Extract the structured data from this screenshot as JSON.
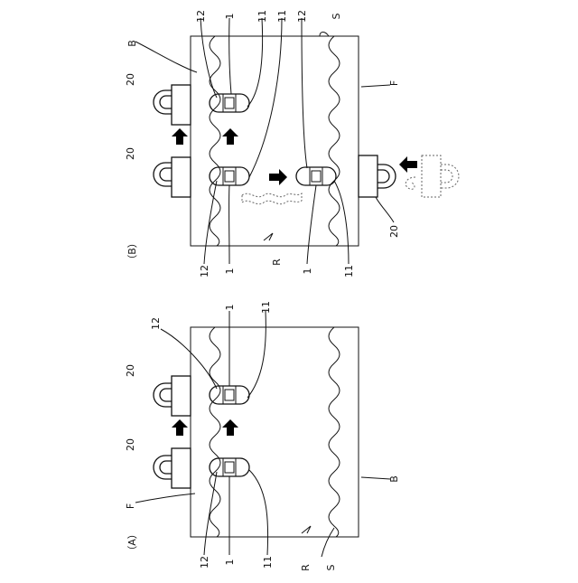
{
  "figure": {
    "panel_b": {
      "label": "（B）",
      "ref_B": "B",
      "ref_F": "F",
      "ref_S": "S",
      "ref_R": "R",
      "ref_20_upper": "20",
      "ref_20_lower": "20",
      "ref_20_right": "20",
      "ref_12_top": "12",
      "ref_1_top": "1",
      "ref_11_top_a": "11",
      "ref_11_top_b": "11",
      "ref_12_top_b": "12",
      "ref_12_bottom": "12",
      "ref_1_bottom_a": "1",
      "ref_1_bottom_b": "1",
      "ref_11_bottom": "11"
    },
    "panel_a": {
      "label": "（A）",
      "ref_12_top": "12",
      "ref_1_top": "1",
      "ref_11_top": "11",
      "ref_20_upper": "20",
      "ref_20_lower": "20",
      "ref_F": "F",
      "ref_B": "B",
      "ref_12_bottom": "12",
      "ref_1_bottom": "1",
      "ref_11_bottom": "11",
      "ref_R": "R",
      "ref_S": "S"
    }
  }
}
